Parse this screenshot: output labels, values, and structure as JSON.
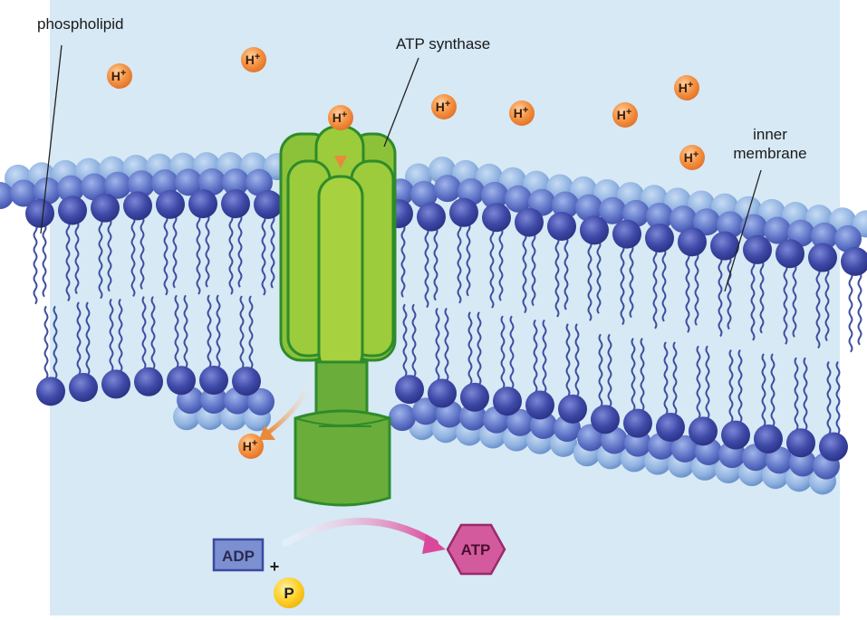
{
  "labels": {
    "phospholipid": "phospholipid",
    "atp_synthase": "ATP synthase",
    "inner_membrane": "inner membrane"
  },
  "proton": {
    "symbol": "H",
    "charge": "+"
  },
  "reaction": {
    "adp": "ADP",
    "plus": "+",
    "phosphate": "P",
    "atp": "ATP"
  },
  "colors": {
    "background": "#d6e9f5",
    "head_light": "#8fb1e0",
    "head_dark": "#3b46a8",
    "tail": "#3d4f9e",
    "synthase_light": "#9ccb3b",
    "synthase_dark": "#6aad3a",
    "synthase_outline": "#2e8b2b",
    "proton": "#f08a3a",
    "adp_fill": "#7b8fd1",
    "atp_fill": "#d45a9e",
    "phosphate": "#ffd02a"
  }
}
